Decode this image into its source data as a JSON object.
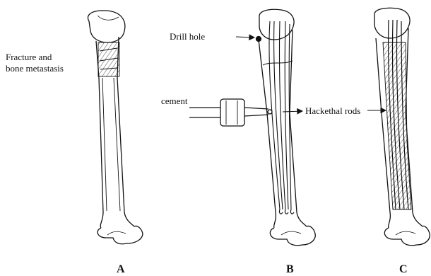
{
  "annotations": {
    "fracture_line1": "Fracture and",
    "fracture_line2": "bone metastasis",
    "drill_hole": "Drill hole",
    "cement": "cement",
    "hackethal_rods": "Hackethal rods"
  },
  "panels": {
    "a": "A",
    "b": "B",
    "c": "C"
  },
  "colors": {
    "ink": "#111111",
    "background": "#ffffff"
  }
}
